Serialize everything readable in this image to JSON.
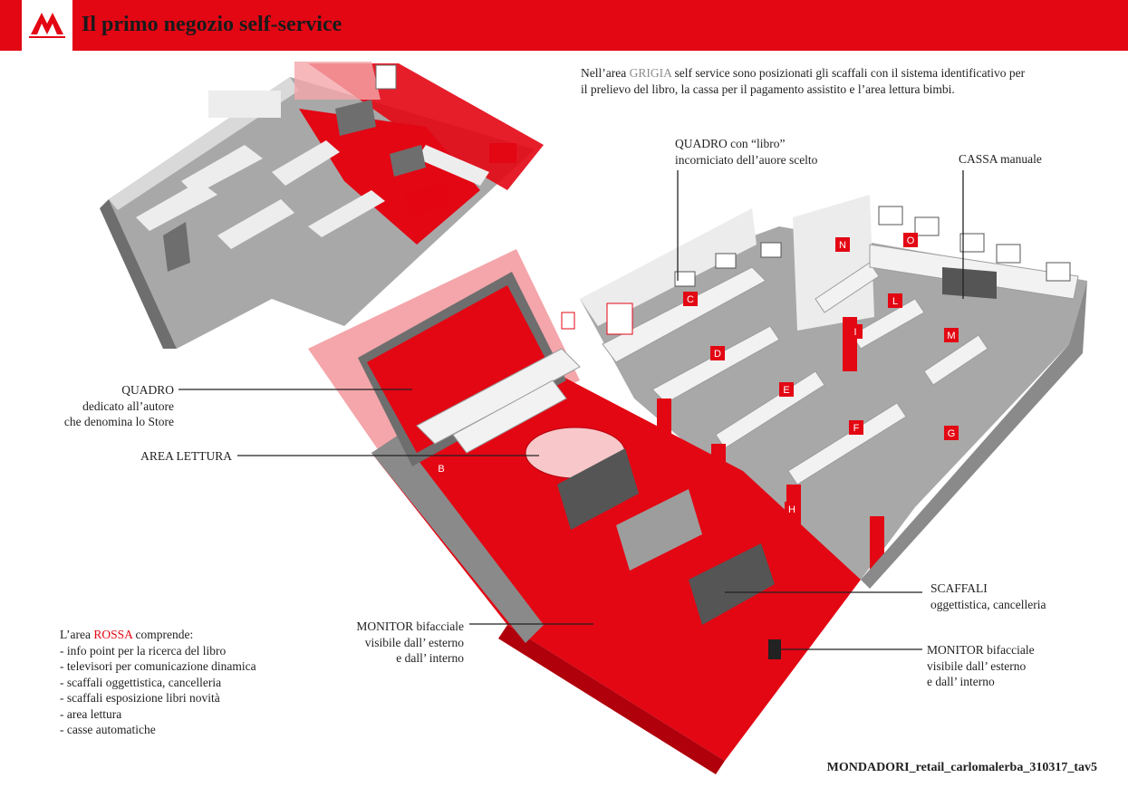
{
  "header": {
    "title": "Il primo negozio self-service",
    "brand_color": "#e30613",
    "logo_icon": "mondadori-m-logo"
  },
  "intro": {
    "line1_prefix": "Nell’area ",
    "line1_highlight": "GRIGIA",
    "line1_suffix": " self service sono posizionati gli scaffali con il sistema identificativo per",
    "line2": "il prelievo del libro, la cassa per il pagamento assistito e l’area lettura bimbi."
  },
  "labels": {
    "quadro_libro": [
      "QUADRO con “libro”",
      "incorniciato dell’auore scelto"
    ],
    "cassa": [
      "CASSA manuale"
    ],
    "quadro_autore": [
      "QUADRO",
      "dedicato all’autore",
      "che denomina lo Store"
    ],
    "area_lettura": [
      "AREA LETTURA"
    ],
    "scaffali": [
      "SCAFFALI",
      "oggettistica, cancelleria"
    ],
    "monitor_left": [
      "MONITOR bifacciale",
      "visibile dall’ esterno",
      "e dall’ interno"
    ],
    "monitor_right": [
      "MONITOR bifacciale",
      "visibile dall’ esterno",
      "e dall’ interno"
    ]
  },
  "red_area": {
    "prefix": "L’area ",
    "highlight": "ROSSA",
    "suffix": " comprende:",
    "items": [
      "- info point per la ricerca del libro",
      "- televisori per comunicazione dinamica",
      "- scaffali oggettistica, cancelleria",
      "- scaffali esposizione libri novità",
      "- area lettura",
      "- casse automatiche"
    ]
  },
  "plan": {
    "shelf_letters": [
      "B",
      "C",
      "D",
      "E",
      "F",
      "G",
      "H",
      "I",
      "L",
      "M",
      "N",
      "O"
    ],
    "colors": {
      "red": "#e30613",
      "light_red": "#f4a6aa",
      "grey": "#9d9d9d",
      "dark_grey": "#6e6e6e",
      "light_grey": "#d9d9d9"
    }
  },
  "footer": {
    "code": "MONDADORI_retail_carlomalerba_310317_tav5"
  }
}
